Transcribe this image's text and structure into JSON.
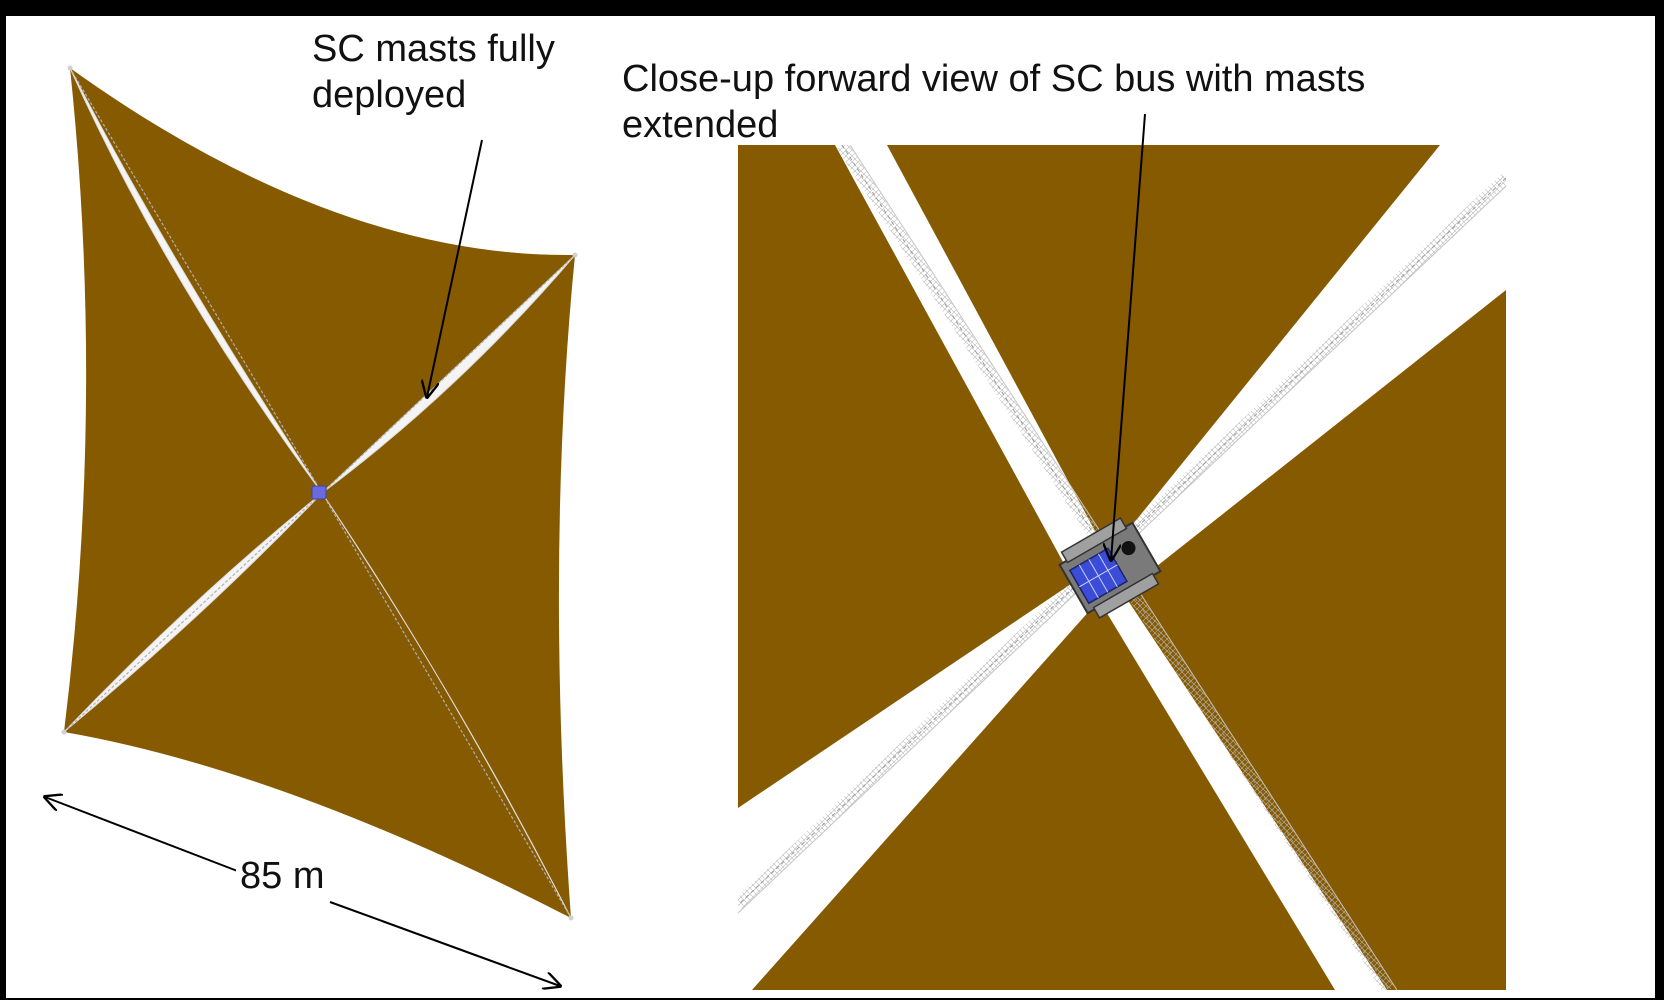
{
  "labels": {
    "masts_line1": "SC masts fully",
    "masts_line2": "deployed",
    "closeup_line1": "Close-up forward view of SC bus with masts",
    "closeup_line2": "extended",
    "scale": "85 m"
  },
  "colors": {
    "sail": "#865a00",
    "boom": "#f4f4f4",
    "truss": "#a9a9a9",
    "bus_body": "#7a7a7a",
    "solar_panel": "#3b4cd6",
    "background": "#ffffff",
    "border": "#000000"
  }
}
